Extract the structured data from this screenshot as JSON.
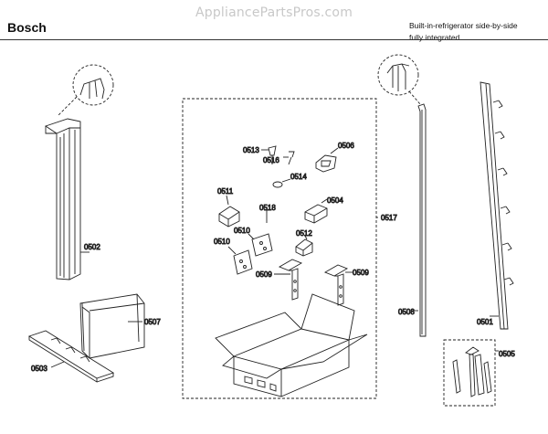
{
  "header": {
    "watermark": "AppliancePartsPros.com",
    "brand": "Bosch",
    "description_line1": "Built-in-refrigerator side-by-side",
    "description_line2": "fully integrated"
  },
  "parts": {
    "p0502": "0502",
    "p0507": "0507",
    "p0503": "0503",
    "p0513": "0513",
    "p0516": "0516",
    "p0506": "0506",
    "p0514": "0514",
    "p0511": "0511",
    "p0518": "0518",
    "p0504": "0504",
    "p0510a": "0510",
    "p0510b": "0510",
    "p0512": "0512",
    "p0517": "0517",
    "p0509a": "0509",
    "p0509b": "0509",
    "p0508": "0508",
    "p0501": "0501",
    "p0505": "0505"
  }
}
